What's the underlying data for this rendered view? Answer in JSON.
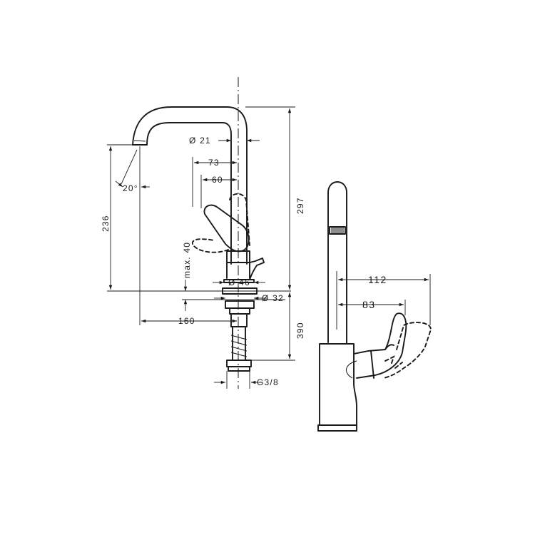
{
  "drawing": {
    "dimensions": {
      "d_spout_tube": "Ø 21",
      "angle": "20°",
      "len_73": "73",
      "len_60": "60",
      "height_297": "297",
      "height_236": "236",
      "max_40": "max. 40",
      "d_base": "Ø 46",
      "d_hole": "Ø 32",
      "reach_160": "160",
      "depth_390": "390",
      "thread": "G3/8",
      "handle_112": "112",
      "handle_83": "83"
    }
  }
}
